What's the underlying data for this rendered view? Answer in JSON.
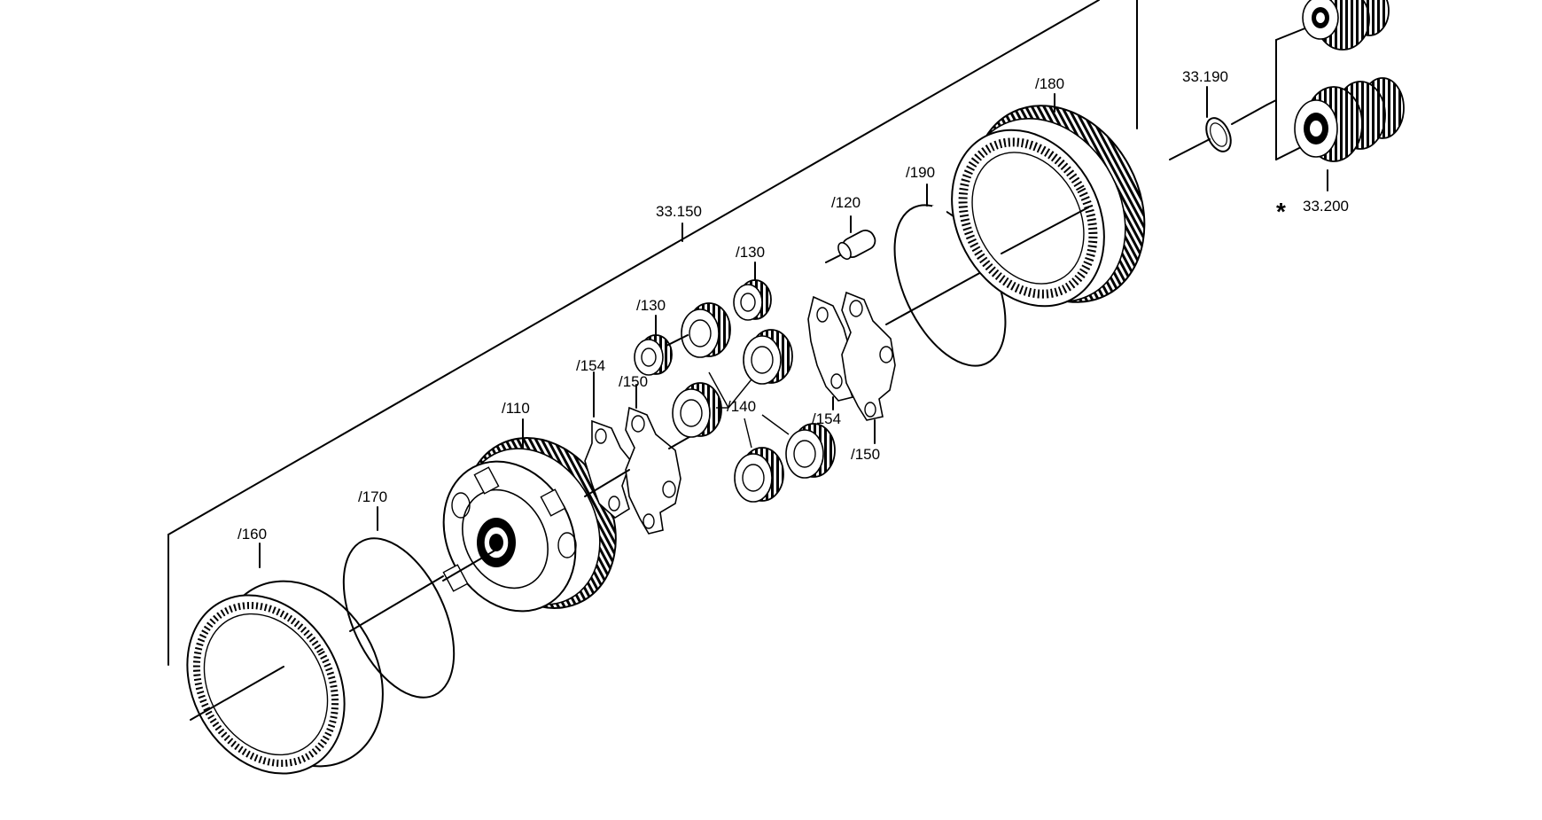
{
  "labels": {
    "assembly": "33.150",
    "washer": "33.190",
    "gearset": "33.200",
    "gearset_marker": "*",
    "p160": "/160",
    "p170": "/170",
    "p110": "/110",
    "p154a": "/154",
    "p150a": "/150",
    "p130a": "/130",
    "p130b": "/130",
    "p140": "/140",
    "p154b": "/154",
    "p150b": "/150",
    "p120": "/120",
    "p190": "/190",
    "p180": "/180"
  }
}
